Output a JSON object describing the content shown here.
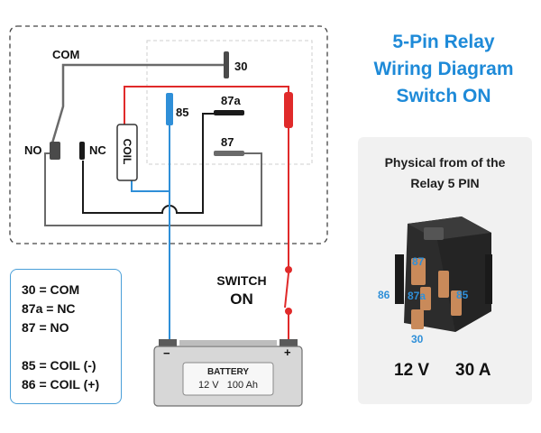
{
  "title": {
    "line1": "5-Pin Relay",
    "line2": "Wiring Diagram",
    "line3": "Switch ON",
    "color": "#1e8ad8"
  },
  "diagram": {
    "pins": {
      "com": "COM",
      "p30": "30",
      "p85": "85",
      "p87a": "87a",
      "p87": "87",
      "no": "NO",
      "nc": "NC",
      "coil": "COIL"
    },
    "switch": {
      "line1": "SWITCH",
      "line2": "ON"
    },
    "battery": {
      "title": "BATTERY",
      "voltage": "12 V",
      "capacity": "100 Ah",
      "neg": "−",
      "pos": "+"
    },
    "colors": {
      "red_wire": "#e02a2a",
      "blue_wire": "#2f8fd8",
      "black_wire": "#1a1a1a",
      "gray_wire": "#6a6a6a"
    }
  },
  "legend": {
    "lines": [
      "30 = COM",
      "87a = NC",
      "87 = NO",
      "85 = COIL (-)",
      "86 = COIL (+)"
    ]
  },
  "physical": {
    "title_line1": "Physical from of the",
    "title_line2": "Relay 5 PIN",
    "labels": {
      "p87": "87",
      "p86": "86",
      "p87a": "87a",
      "p85": "85",
      "p30": "30"
    },
    "voltage": "12 V",
    "current": "30 A"
  }
}
